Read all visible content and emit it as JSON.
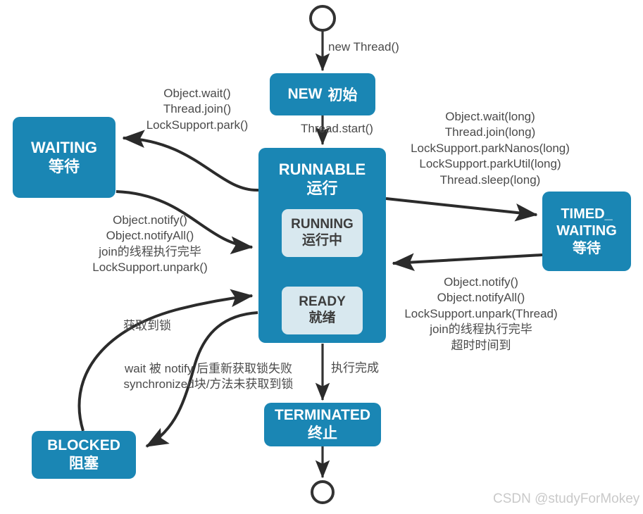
{
  "diagram": {
    "title": "Java Thread State Transition Diagram",
    "colors": {
      "state_fill": "#1a86b4",
      "state_text": "#ffffff",
      "inner_fill": "#d8e8ef",
      "inner_text": "#3d3d3d",
      "edge_stroke": "#2b2b2b",
      "inner_arrow": "#f4ef5e",
      "label_text": "#4a4a4a",
      "watermark": "#c9c9c9",
      "background": "#ffffff"
    },
    "states": [
      {
        "id": "new",
        "en": "NEW",
        "zh": "初始"
      },
      {
        "id": "runnable",
        "en": "RUNNABLE",
        "zh": "运行"
      },
      {
        "id": "running",
        "en": "RUNNING",
        "zh": "运行中"
      },
      {
        "id": "ready",
        "en": "READY",
        "zh": "就绪"
      },
      {
        "id": "waiting",
        "en": "WAITING",
        "zh": "等待"
      },
      {
        "id": "timed_waiting",
        "en": "TIMED_",
        "en2": "WAITING",
        "zh": "等待"
      },
      {
        "id": "blocked",
        "en": "BLOCKED",
        "zh": "阻塞"
      },
      {
        "id": "terminated",
        "en": "TERMINATED",
        "zh": "终止"
      }
    ],
    "edge_labels": {
      "start_to_new": "new Thread()",
      "new_to_runnable": "Thread.start()",
      "runnable_to_waiting": [
        "Object.wait()",
        "Thread.join()",
        "LockSupport.park()"
      ],
      "waiting_to_runnable": [
        "Object.notify()",
        "Object.notifyAll()",
        "join的线程执行完毕",
        "LockSupport.unpark()"
      ],
      "runnable_to_timed_waiting": [
        "Object.wait(long)",
        "Thread.join(long)",
        "LockSupport.parkNanos(long)",
        "LockSupport.parkUtil(long)",
        "Thread.sleep(long)"
      ],
      "timed_waiting_to_runnable": [
        "Object.notify()",
        "Object.notifyAll()",
        "LockSupport.unpark(Thread)",
        "join的线程执行完毕",
        "超时时间到"
      ],
      "blocked_to_runnable": [
        "获取到锁"
      ],
      "runnable_to_blocked": [
        "wait 被 notify 后重新获取锁失败",
        "synchronized块/方法未获取到锁"
      ],
      "runnable_to_terminated": "执行完成"
    },
    "watermark": "CSDN @studyForMokey"
  }
}
